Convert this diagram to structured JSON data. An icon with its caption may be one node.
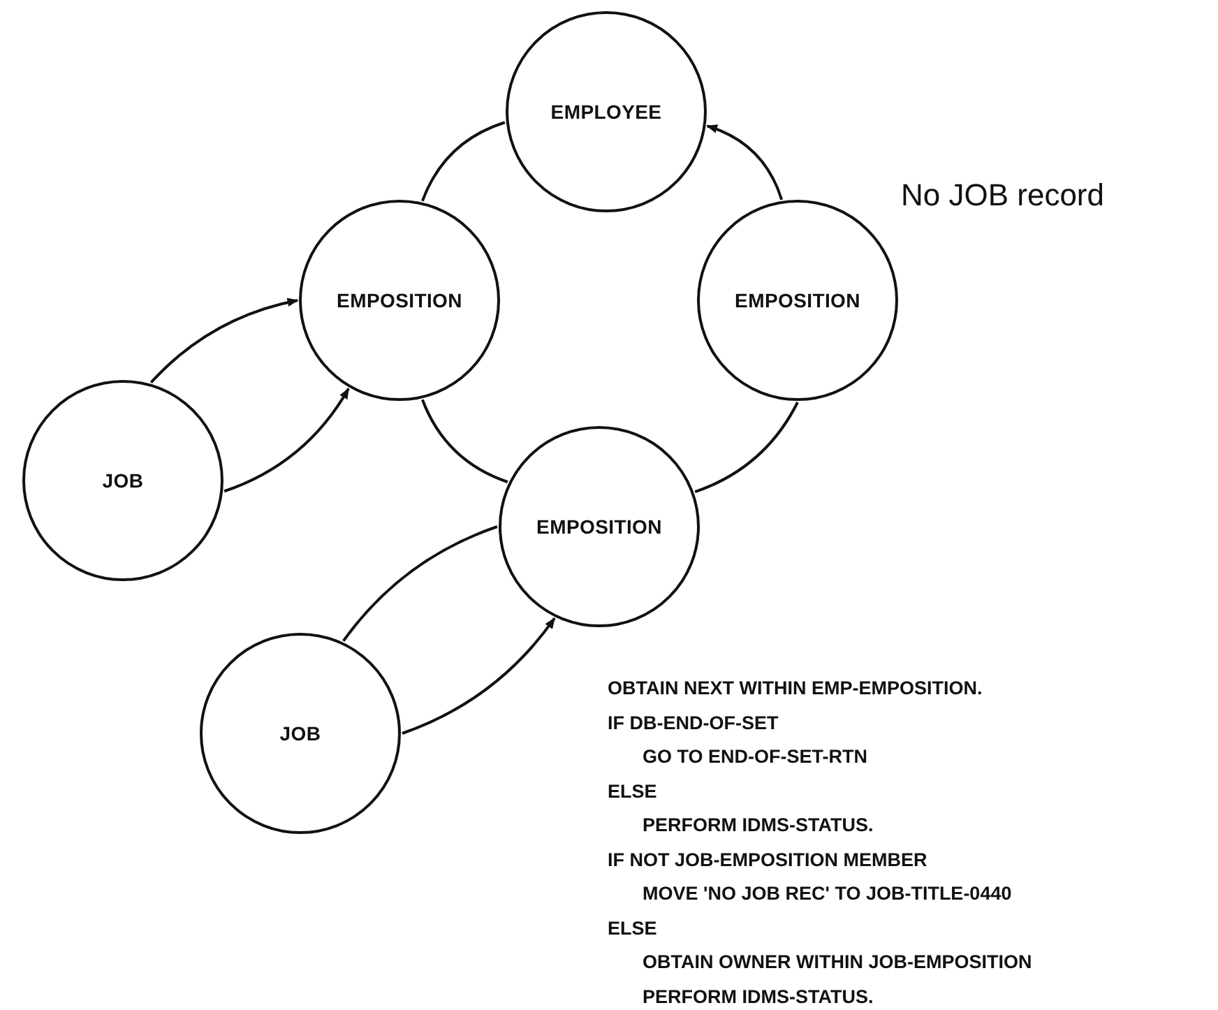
{
  "diagram": {
    "nodes": [
      {
        "text": [
          "EMPLOYEE"
        ]
      },
      {
        "text": [
          "EMPOSITION"
        ]
      },
      {
        "text": [
          "EMPOSITION"
        ]
      },
      {
        "text": [
          "JOB"
        ]
      },
      {
        "text": [
          "EMPOSITION"
        ]
      },
      {
        "text": [
          "JOB"
        ]
      }
    ],
    "edges": [
      {
        "from": 0,
        "to": 1,
        "arrow": "none"
      },
      {
        "from": 1,
        "to": 4,
        "arrow": "none"
      },
      {
        "from": 4,
        "to": 2,
        "arrow": "none"
      },
      {
        "from": 2,
        "to": 0,
        "arrow": "to"
      },
      {
        "from": 3,
        "to": 1,
        "arrow": "to"
      },
      {
        "from": 3,
        "to": 1,
        "arrow": "to"
      },
      {
        "from": 5,
        "to": 4,
        "arrow": "none"
      },
      {
        "from": 5,
        "to": 4,
        "arrow": "to"
      }
    ],
    "labels": [
      "No JOB record",
      "OBTAIN NEXT WITHIN EMP-EMPOSITION.",
      "IF DB-END-OF-SET",
      "GO TO END-OF-SET-RTN",
      "ELSE",
      "PERFORM IDMS-STATUS.",
      "IF NOT JOB-EMPOSITION MEMBER",
      "MOVE 'NO JOB REC' TO JOB-TITLE-0440",
      "ELSE",
      "OBTAIN OWNER WITHIN JOB-EMPOSITION",
      "PERFORM IDMS-STATUS."
    ]
  }
}
